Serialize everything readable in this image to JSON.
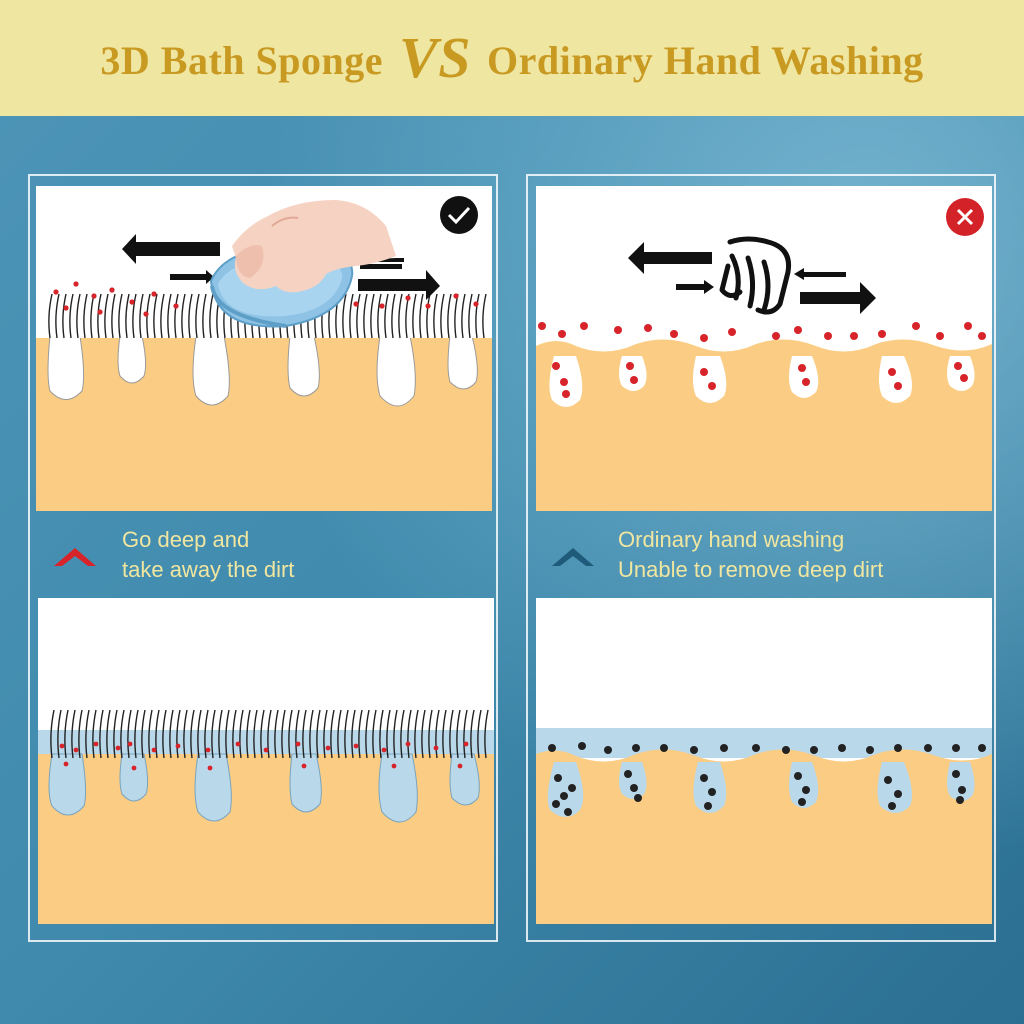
{
  "title": {
    "left": "3D Bath Sponge",
    "vs": "VS",
    "right": "Ordinary Hand Washing"
  },
  "left_column": {
    "badge_icon": "check-circle-icon",
    "caption_line1": "Go deep and",
    "caption_line2": "take away the dirt",
    "chevron_color": "#d6242a"
  },
  "right_column": {
    "badge_icon": "x-circle-icon",
    "caption_line1": "Ordinary hand washing",
    "caption_line2": "Unable to remove deep dirt",
    "chevron_color": "#1f5a7a"
  },
  "colors": {
    "banner": "#efe6a2",
    "title": "#c99a22",
    "skin": "#fbcd84",
    "water": "#b9d8ea",
    "dirt_red": "#d6242a",
    "dirt_black": "#222222",
    "sponge": "#8ec3e6"
  }
}
